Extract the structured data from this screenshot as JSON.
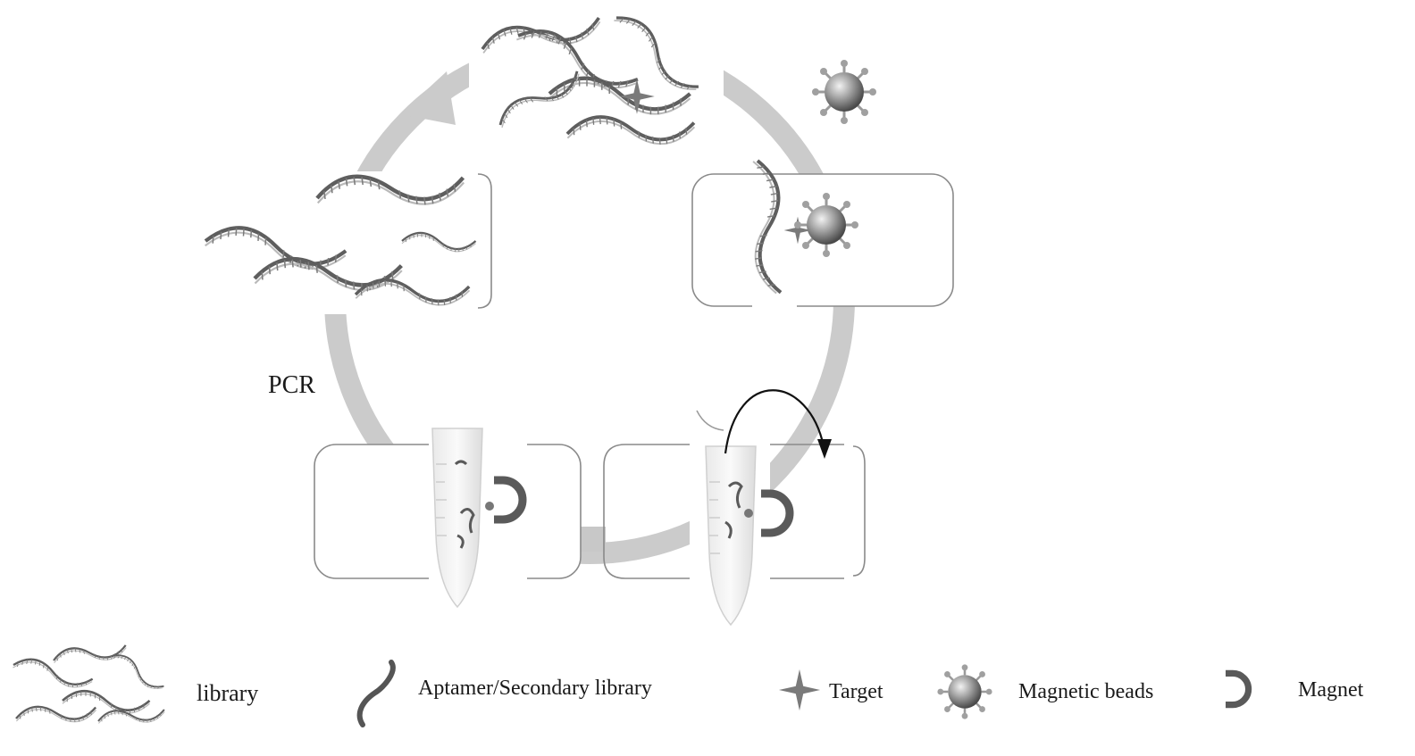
{
  "labels": {
    "pcr": "PCR"
  },
  "legend": {
    "library": "library",
    "aptamer": "Aptamer/Secondary library",
    "target": "Target",
    "beads": "Magnetic beads",
    "magnet": "Magnet"
  },
  "colors": {
    "cycle_arrow": "#c8c8c8",
    "strand": "#6a6a6a",
    "bead": "#8c8c8c",
    "box_stroke": "#8a8a8a",
    "text": "#1a1a1a"
  },
  "icons": [
    "dna-strand-icon",
    "target-star-icon",
    "magnetic-bead-icon",
    "magnet-icon",
    "tube-icon",
    "transfer-arrow-icon"
  ]
}
